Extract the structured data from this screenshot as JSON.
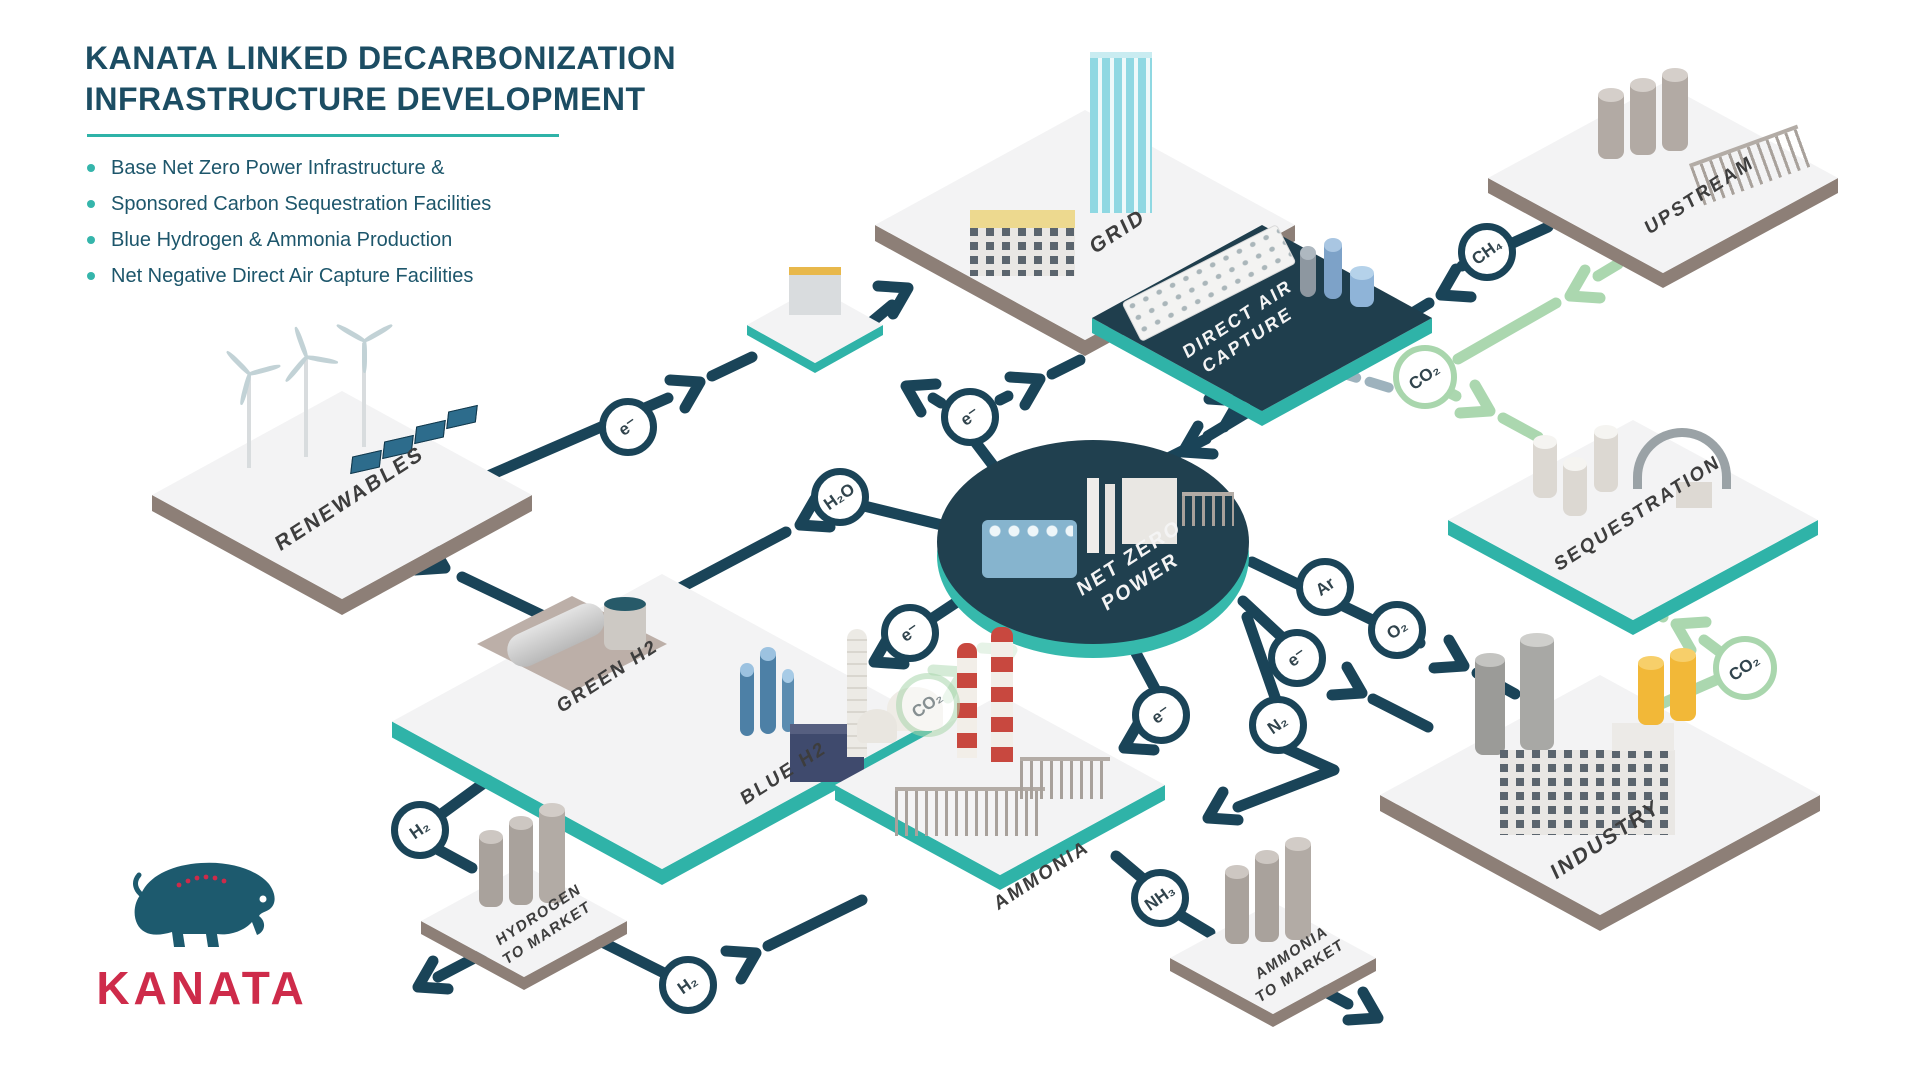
{
  "header": {
    "title_line1": "KANATA LINKED DECARBONIZATION",
    "title_line2": "INFRASTRUCTURE DEVELOPMENT",
    "bullets": [
      "Base Net Zero Power Infrastructure &",
      "Sponsored Carbon Sequestration Facilities",
      "Blue Hydrogen & Ammonia Production",
      "Net Negative Direct Air Capture Facilities"
    ]
  },
  "logo": {
    "wordmark": "KANATA"
  },
  "nodes": {
    "grid": "GRID",
    "upstream": "UPSTREAM",
    "direct_air_capture": "DIRECT AIR CAPTURE",
    "renewables": "RENEWABLES",
    "sequestration": "SEQUESTRATION",
    "green_h2": "GREEN H2",
    "blue_h2": "BLUE H2",
    "net_zero_power": "NET ZERO POWER",
    "industry": "INDUSTRY",
    "ammonia": "AMMONIA",
    "hydrogen_to_market": "HYDROGEN TO MARKET",
    "ammonia_to_market": "AMMONIA TO MARKET"
  },
  "flows": {
    "electron": "e⁻",
    "h2o": "H₂O",
    "co2": "CO₂",
    "ch4": "CH₄",
    "ar": "Ar",
    "o2": "O₂",
    "n2": "N₂",
    "h2": "H₂",
    "nh3": "NH₃"
  },
  "colors": {
    "line_navy": "#1A4458",
    "accent_teal": "#2FB3A8",
    "flow_green": "#ABD7AF",
    "platform_dark": "#1F3E4D",
    "platform_side_brown": "#8D7F77",
    "logo_red": "#CE2B4A"
  }
}
